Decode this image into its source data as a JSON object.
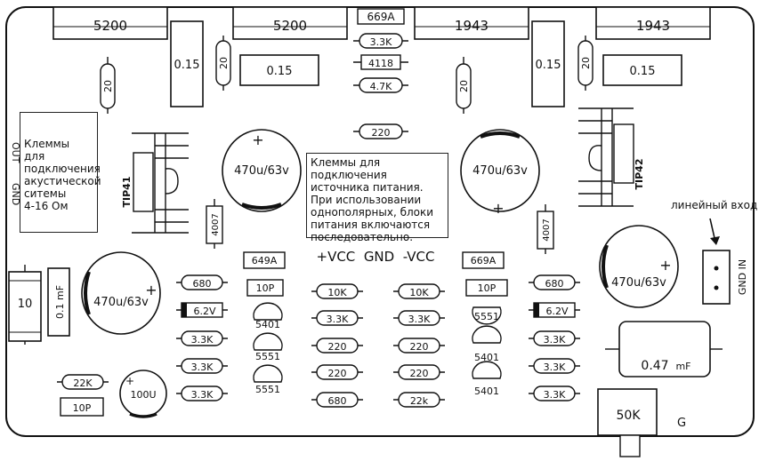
{
  "transistors_top": [
    "5200",
    "5200",
    "1943",
    "1943"
  ],
  "top_center_labels": [
    "669A",
    "3.3K",
    "4118",
    "4.7K"
  ],
  "center_220": "220",
  "cap_015": "0.15",
  "res_20": "20",
  "electrolytic": "470u/63v",
  "plus_sign": "+",
  "minus_sign": "—",
  "out_label": "OUT",
  "gnd_label": "GND",
  "tip41": "TIP41",
  "tip42": "TIP42",
  "r_4007": "4007",
  "left_bottom": {
    "r10": "10",
    "cap01": "0.1 mF",
    "r22k": "22K",
    "r10p": "10P",
    "c100u": "100U"
  },
  "left_col": [
    "680",
    "6.2V",
    "3.3K",
    "3.3K",
    "3.3K"
  ],
  "right_col": [
    "680",
    "6.2V",
    "3.3K",
    "3.3K",
    "3.3K"
  ],
  "mid_left": {
    "top": "649A",
    "box": "10P",
    "trans": [
      "5401",
      "5551",
      "5551"
    ]
  },
  "mid_right": {
    "top": "669A",
    "box": "10P",
    "trans": [
      "5551",
      "5401",
      "5401"
    ]
  },
  "center_left_col": [
    "10K",
    "3.3K",
    "220",
    "220",
    "680"
  ],
  "center_right_col": [
    "10K",
    "3.3K",
    "220",
    "220",
    "22k"
  ],
  "power_label": "+VCC  GND  -VCC",
  "cap_047": "0.47",
  "cap_047_unit": "mF",
  "pot": "50K",
  "pot_g": "G",
  "input_pins": "GND IN",
  "notes": {
    "speaker": "Клеммы для подключения акустической ситемы\n 4-16 Ом",
    "power": "Клеммы для подключения источника питания. При использовании однополярных, блоки питания включаются последовательно.",
    "input": "линейный вход"
  }
}
